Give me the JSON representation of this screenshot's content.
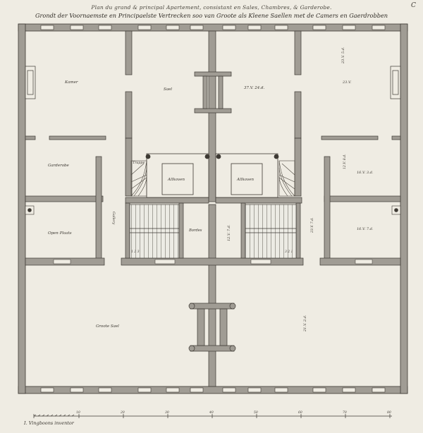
{
  "header": {
    "plate_letter": "C",
    "subtitle": "Plan du grand & principal Apartement, consistant en Sales, Chambres, & Garderobe.",
    "title": "Grondt der Voornaemste en Principaelste Vertrecken soo van Groote als Kleene Saellen met de Camers en Gaerdrobben"
  },
  "rooms": {
    "kamer": "Kamer",
    "sael": "Sael",
    "sael_dim": "37.V. 24.d.",
    "right_top_dim_a": "23.V. 5.d.",
    "right_top_dim_b": "23.V.",
    "gardrobe": "Garderobe",
    "trappe": "Trappe",
    "alkoven_left": "Allkoven",
    "alkoven_right": "Allkoven",
    "right_mid_dim": "16.V. 3.d.",
    "right_mid_dim_b": "12.V. 8.d.",
    "open_plaats": "Open Plaats",
    "gallery": "Gallery",
    "bordes": "Bordes",
    "center_dim": "12.V. 7.d.",
    "right_low_dim": "16.V. 7.d.",
    "right_low_dim_b": "23.V. 7.d.",
    "stair_left_nums": "1  2  3",
    "stair_right_nums": "3  2  1",
    "groote_sael": "Groote Sael",
    "groote_sael_dim": "21.V. 2.d."
  },
  "scale": {
    "ticks": [
      "10",
      "20",
      "30",
      "40",
      "50",
      "60",
      "70",
      "80"
    ]
  },
  "footer": {
    "credit": "I. Vingboons inventor"
  }
}
